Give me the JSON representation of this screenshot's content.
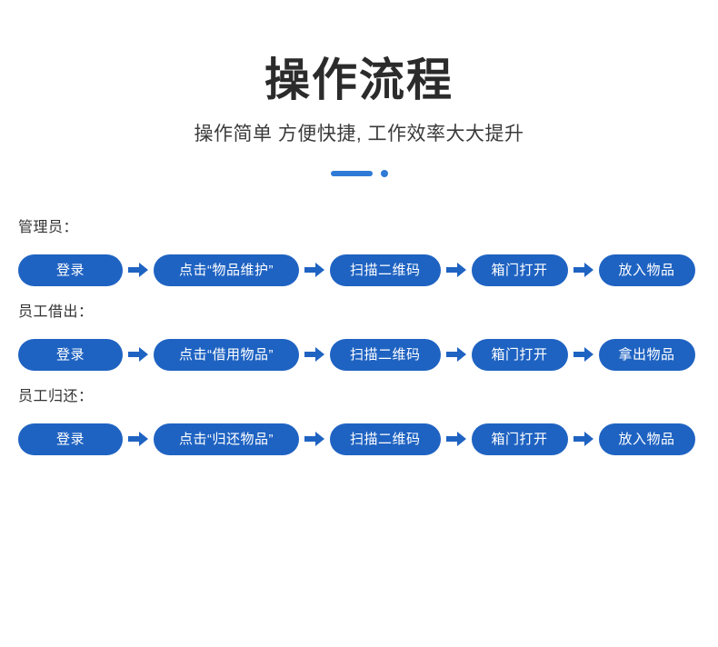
{
  "header": {
    "title": "操作流程",
    "subtitle": "操作简单  方便快捷, 工作效率大大提升",
    "accent_color": "#2f7ad6",
    "decoration": {
      "bar_name": "accent-bar",
      "dot_name": "accent-dot"
    }
  },
  "theme": {
    "pill_color": "#1f63c2",
    "arrow_color": "#1f63c2",
    "title_color": "#2b2b2b",
    "text_color": "#333333"
  },
  "flows": [
    {
      "label": "管理员：",
      "steps": [
        "登录",
        "点击“物品维护”",
        "扫描二维码",
        "箱门打开",
        "放入物品"
      ]
    },
    {
      "label": "员工借出：",
      "steps": [
        "登录",
        "点击“借用物品”",
        "扫描二维码",
        "箱门打开",
        "拿出物品"
      ]
    },
    {
      "label": "员工归还：",
      "steps": [
        "登录",
        "点击“归还物品”",
        "扫描二维码",
        "箱门打开",
        "放入物品"
      ]
    }
  ],
  "icons": {
    "arrow": "arrow-right-icon"
  }
}
